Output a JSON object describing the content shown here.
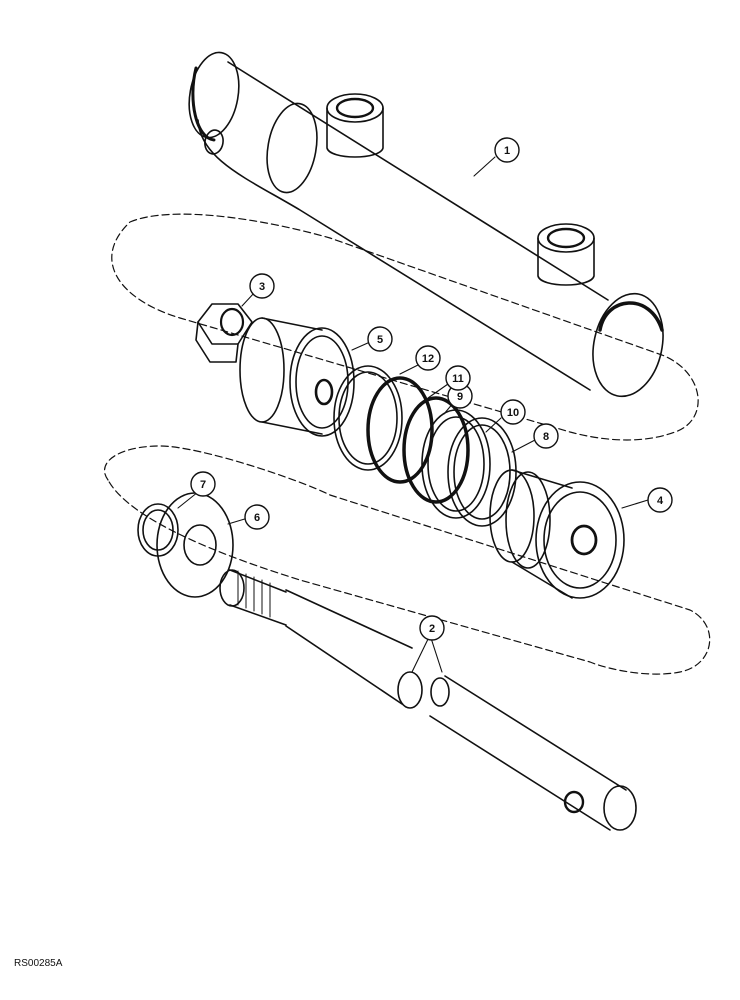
{
  "figure": {
    "reference_code": "RS00285A",
    "callouts": [
      {
        "id": "1",
        "label": "1"
      },
      {
        "id": "2",
        "label": "2"
      },
      {
        "id": "3",
        "label": "3"
      },
      {
        "id": "4",
        "label": "4"
      },
      {
        "id": "5",
        "label": "5"
      },
      {
        "id": "6",
        "label": "6"
      },
      {
        "id": "7",
        "label": "7"
      },
      {
        "id": "8",
        "label": "8"
      },
      {
        "id": "9",
        "label": "9"
      },
      {
        "id": "10",
        "label": "10"
      },
      {
        "id": "11",
        "label": "11"
      },
      {
        "id": "12",
        "label": "12"
      }
    ]
  }
}
